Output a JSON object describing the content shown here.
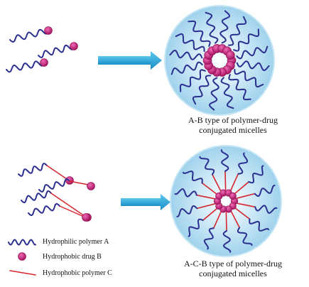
{
  "captions": {
    "ab_line1": "A-B type of polymer-drug",
    "ab_line2": "conjugated micelles",
    "acb_line1": "A-C-B type of polymer-drug",
    "acb_line2": "conjugated micelles"
  },
  "legend": {
    "polymer_a": "Hydrophilic polymer A",
    "drug_b": "Hydrophobic drug B",
    "polymer_c": "Hydrophobic polymer C"
  },
  "colors": {
    "polymer_a": "#2b2f8f",
    "drug_b": "#c2187a",
    "polymer_c": "#d7262e",
    "arrow": "#22a3d6",
    "micelle_fill": "#a9d8ee",
    "micelle_edge": "#c8e8f6"
  }
}
